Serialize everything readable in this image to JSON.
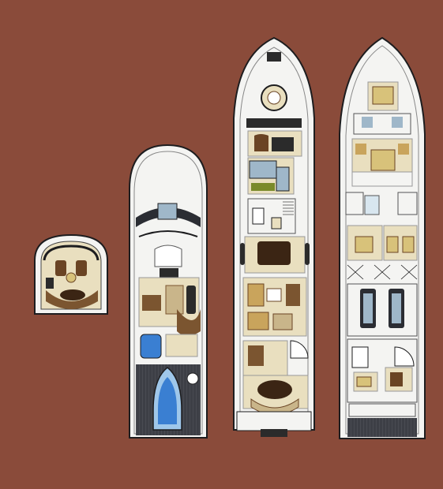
{
  "figure": {
    "background_color": "#8a4b3a",
    "hull_color": "#f4f4f2",
    "hull_outline": "#1d1d1f",
    "floor_color": "#e9dfbf",
    "furniture_color": "#6a4424",
    "aft_deck_color": "#3d3f46",
    "pool_color": "#3a7fd2",
    "glass_color": "#9fb7c9"
  },
  "decks": [
    {
      "id": "sky-lounge",
      "description_icon": "wheelhouse-top-plan"
    },
    {
      "id": "sun-deck",
      "description_icon": "sun-deck-plan"
    },
    {
      "id": "main-deck",
      "description_icon": "main-deck-plan"
    },
    {
      "id": "lower-deck",
      "description_icon": "lower-deck-plan"
    }
  ]
}
